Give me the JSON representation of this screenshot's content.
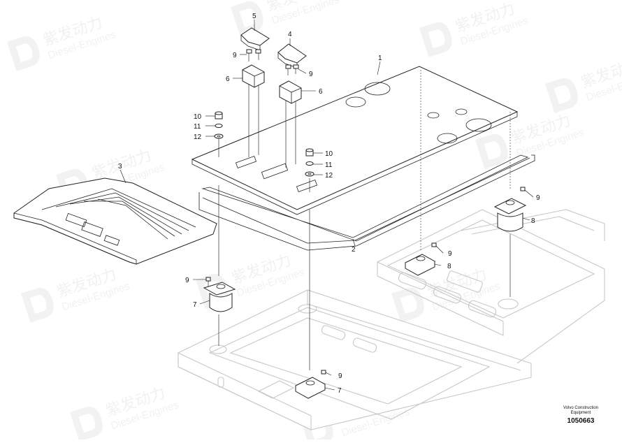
{
  "watermark": {
    "brand_cn": "紫发动力",
    "brand_en": "Diesel-Engines"
  },
  "footer": {
    "brand": "Volvo Construction Equipment",
    "doc_number": "1050663"
  },
  "callouts": {
    "c1": "1",
    "c2": "2",
    "c3": "3",
    "c4": "4",
    "c5": "5",
    "c6a": "6",
    "c6b": "6",
    "c7a": "7",
    "c7b": "7",
    "c8a": "8",
    "c8b": "8",
    "c9a": "9",
    "c9b": "9",
    "c9c": "9",
    "c9d": "9",
    "c9e": "9",
    "c9f": "9",
    "c10a": "10",
    "c10b": "10",
    "c11a": "11",
    "c11b": "11",
    "c12a": "12",
    "c12b": "12"
  },
  "colors": {
    "line": "#222222",
    "frame": "#c8c8c8",
    "watermark": "#d9d9d9"
  }
}
